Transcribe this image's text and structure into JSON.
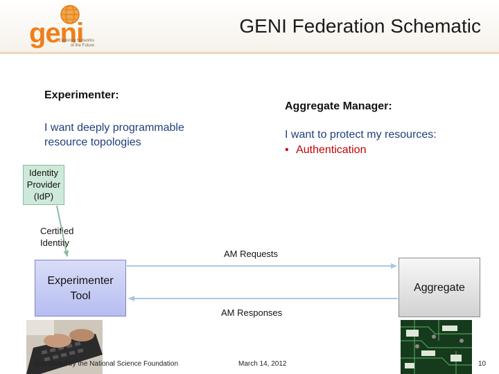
{
  "header": {
    "title": "GENI Federation Schematic",
    "logo_word": "geni",
    "logo_tagline_line1": "Exploring Networks",
    "logo_tagline_line2": "of the Future"
  },
  "experimenter": {
    "heading": "Experimenter:",
    "statement_line1": "I want deeply programmable",
    "statement_line2": "resource topologies"
  },
  "aggregate_manager": {
    "heading": "Aggregate Manager:",
    "statement": "I want to protect my resources:",
    "bullet": "Authentication"
  },
  "idp": {
    "line1": "Identity",
    "line2": "Provider",
    "line3": "(IdP)"
  },
  "certified_identity": {
    "line1": "Certified",
    "line2": "Identity"
  },
  "tool": {
    "line1": "Experimenter",
    "line2": "Tool"
  },
  "aggregate": {
    "label": "Aggregate"
  },
  "links": {
    "requests": "AM Requests",
    "responses": "AM Responses"
  },
  "footer": {
    "sponsor": "Sponsored by the National Science Foundation",
    "date": "March 14, 2012",
    "page": "10"
  },
  "colors": {
    "accent_orange": "#ef7f1a",
    "text_blue": "#1f3f7a",
    "bullet_red": "#c00000",
    "idp_green": "#cde9d9",
    "tool_lavender": "#b7bdf0",
    "arrow_blue": "#a9c7dc"
  }
}
